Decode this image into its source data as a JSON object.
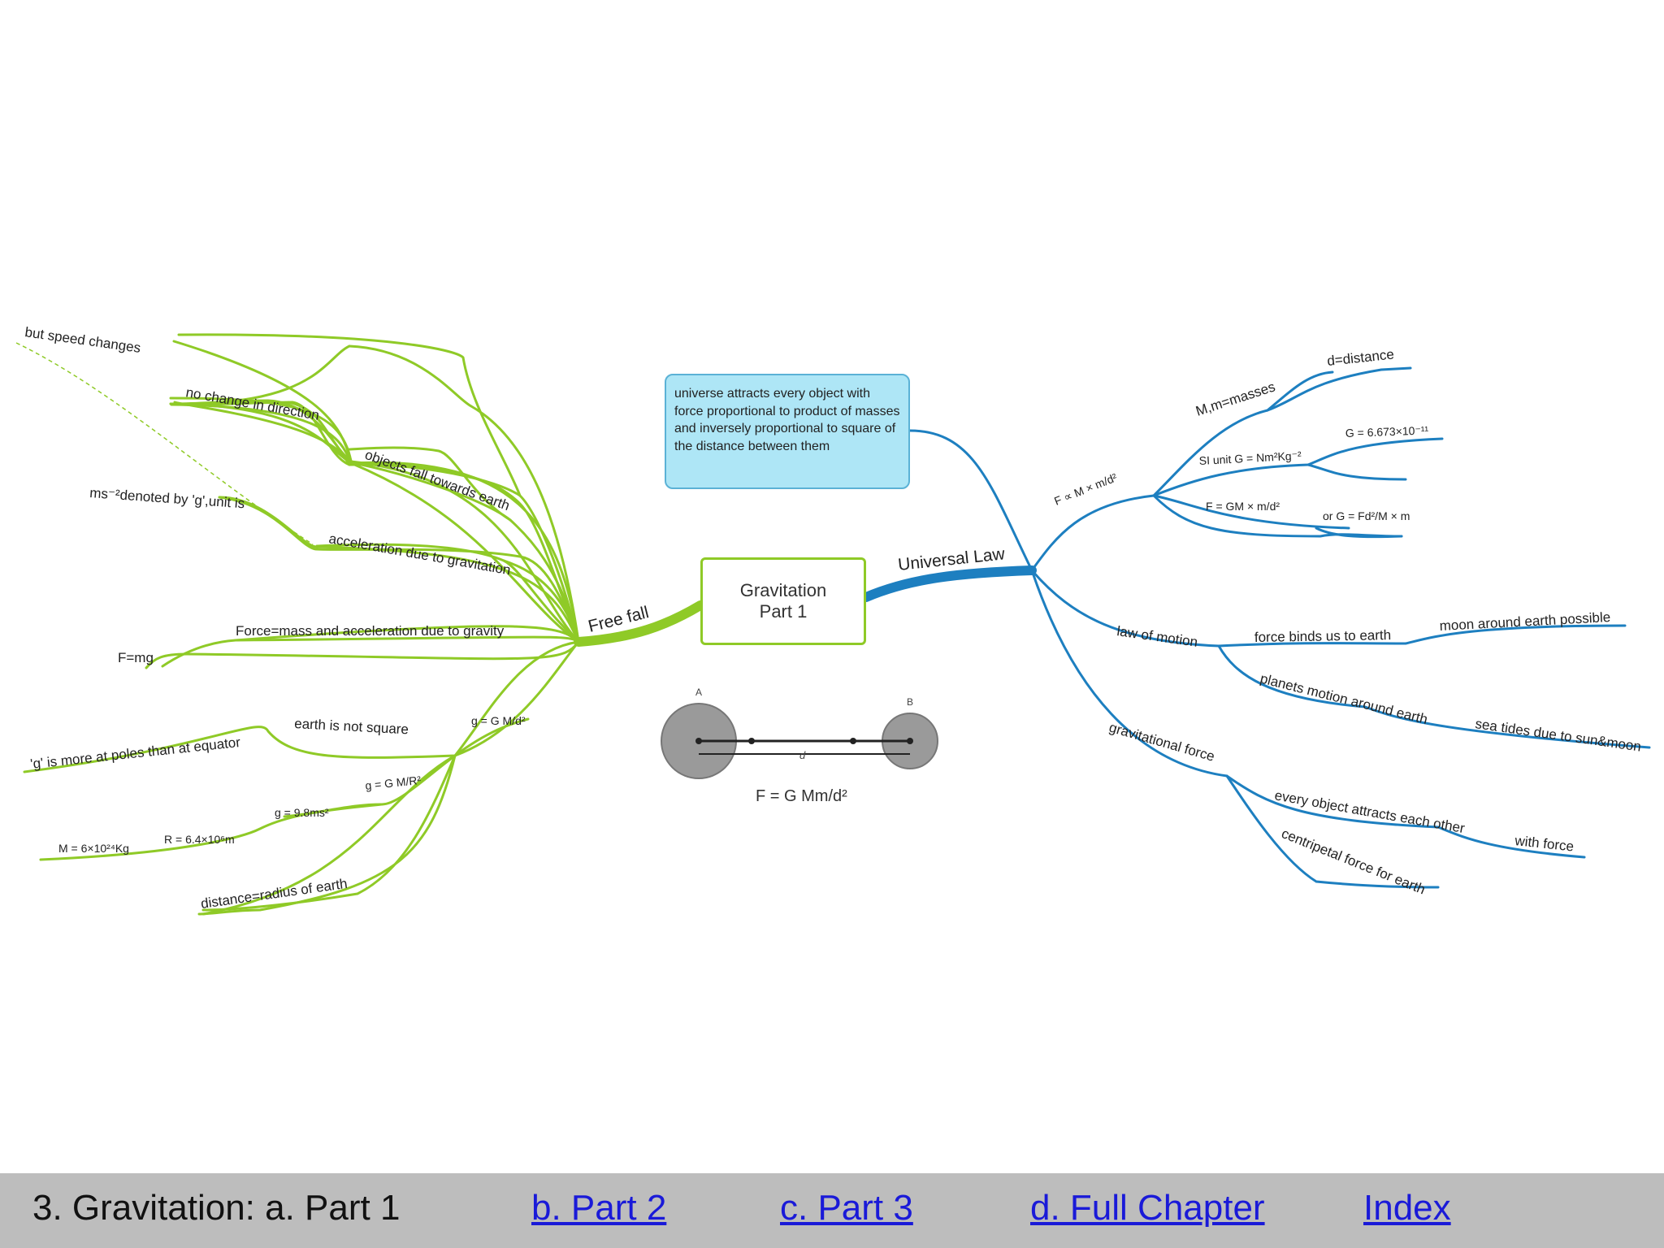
{
  "center_node": {
    "line1": "Gravitation",
    "line2": "Part 1"
  },
  "note": {
    "text": "universe attracts every object with force proportional to product of masses and inversely proportional to square of the distance between them"
  },
  "left_branch": {
    "label": "Free fall",
    "color": "#8fca27",
    "items": {
      "but_speed_changes": "but speed changes",
      "no_change_direction": "no change in direction",
      "objects_fall": "objects fall towards earth",
      "denoted_by_g": "ms⁻²denoted by 'g',unit is",
      "acceleration_gravitation": "acceleration due to gravitation",
      "force_mass": "Force=mass and acceleration due to gravity",
      "f_mg": "F=mg",
      "g_formula": "g = G M/d²",
      "earth_not_square": "earth is not square",
      "g_more_poles": "'g' is more at poles than at equator",
      "g_formula_r": "g = G M/R²",
      "g_value": "g = 9.8ms²",
      "r_value": "R = 6.4×10⁶m",
      "m_value": "M = 6×10²⁴Kg",
      "distance_radius": "distance=radius of earth"
    }
  },
  "right_branch": {
    "label": "Universal Law",
    "color": "#1d7fc0",
    "items": {
      "f_prop": "F ∝ M × m/d²",
      "d_distance": "d=distance",
      "mm_masses": "M,m=masses",
      "si_unit": "SI unit G = Nm²Kg⁻²",
      "g_const": "G = 6.673×10⁻¹¹",
      "f_gm": "F = GM × m/d²",
      "or_g": "or G = Fd²/M × m",
      "law_motion": "law of motion",
      "force_binds": "force binds us to earth",
      "moon_earth": "moon around earth possible",
      "planets_motion": "planets motion around earth",
      "sea_tides": "sea tides due to sun&moon",
      "gravitational_force": "gravitational force",
      "every_object": "every object attracts each other",
      "with_force": "with force",
      "centripetal": "centripetal force for earth"
    }
  },
  "diagram": {
    "label_a": "A",
    "label_b": "B",
    "label_d": "d",
    "formula": "F = G Mm/d²"
  },
  "footer": {
    "title": "3. Gravitation: a. Part 1",
    "links": [
      "b. Part 2",
      "c. Part 3",
      "d. Full Chapter",
      "Index"
    ]
  }
}
